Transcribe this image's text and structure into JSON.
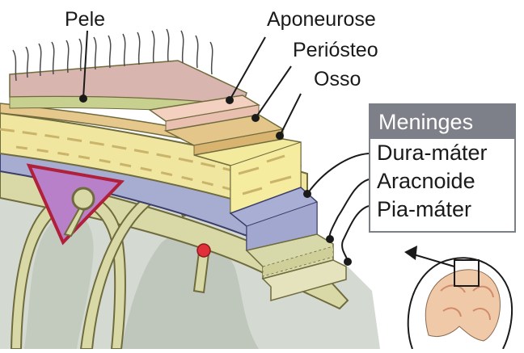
{
  "labels": {
    "pele": "Pele",
    "aponeurose": "Aponeurose",
    "periosteo": "Periósteo",
    "osso": "Osso"
  },
  "meninges": {
    "title": "Meninges",
    "items": [
      "Dura-máter",
      "Aracnoide",
      "Pia-máter"
    ]
  },
  "colors": {
    "skin": "#d9b7b1",
    "aponeurose": "#f2c9b9",
    "periosteo": "#e6c58a",
    "bone": "#f1e7a2",
    "bone_dark": "#c9b46a",
    "dura": "#a9aed4",
    "arachnoid": "#d7d9ab",
    "pia": "#e7e5bf",
    "brain": "#d6dbd3",
    "sinus": "#b97ac6",
    "legend_header": "#7d8088"
  }
}
